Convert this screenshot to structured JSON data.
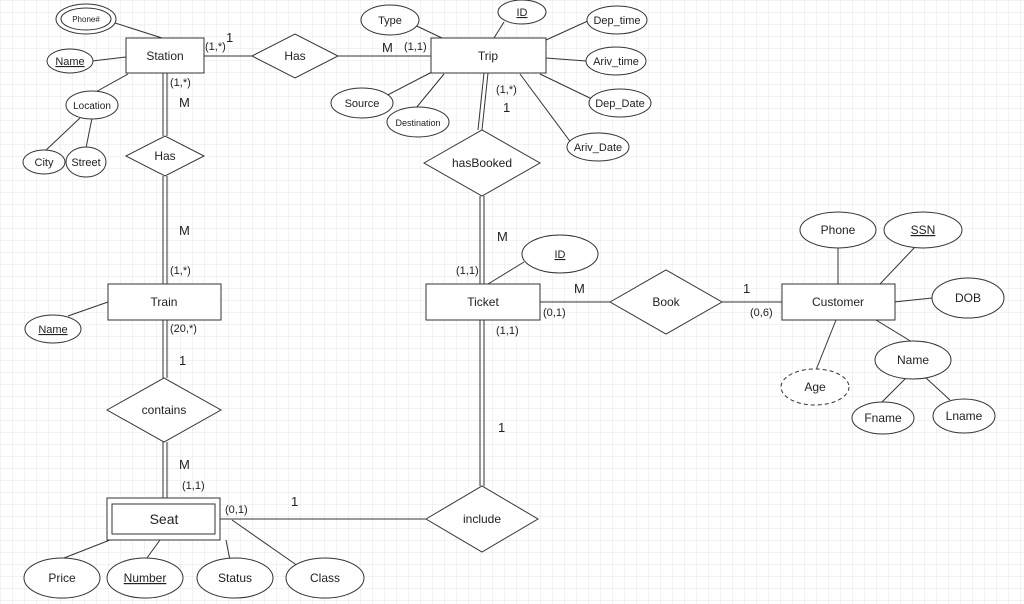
{
  "entities": {
    "station": "Station",
    "trip": "Trip",
    "train": "Train",
    "ticket": "Ticket",
    "customer": "Customer",
    "seat": "Seat"
  },
  "relationships": {
    "station_trip": "Has",
    "station_train": "Has",
    "trip_ticket": "hasBooked",
    "ticket_customer": "Book",
    "train_seat": "contains",
    "seat_ticket": "include"
  },
  "attributes": {
    "station_phone": "Phone#",
    "station_name": "Name",
    "station_location": "Location",
    "location_city": "City",
    "location_street": "Street",
    "trip_type": "Type",
    "trip_id": "ID",
    "trip_dep_time": "Dep_time",
    "trip_ariv_time": "Ariv_time",
    "trip_dep_date": "Dep_Date",
    "trip_ariv_date": "Ariv_Date",
    "trip_source": "Source",
    "trip_destination": "Destination",
    "train_name": "Name",
    "ticket_id": "ID",
    "customer_phone": "Phone",
    "customer_ssn": "SSN",
    "customer_dob": "DOB",
    "customer_age": "Age",
    "customer_name": "Name",
    "name_fname": "Fname",
    "name_lname": "Lname",
    "seat_price": "Price",
    "seat_number": "Number",
    "seat_status": "Status",
    "seat_class": "Class"
  },
  "labels": {
    "st_has_card": "(1,*)",
    "st_has_num": "1",
    "has_trip_num": "M",
    "has_trip_card": "(1,1)",
    "st_has2_card": "(1,*)",
    "st_has2_num": "M",
    "has2_train_num": "M",
    "has2_train_card": "(1,*)",
    "trip_hb_card": "(1,*)",
    "trip_hb_num": "1",
    "hb_ticket_num": "M",
    "hb_ticket_card": "(1,1)",
    "ticket_book_card": "(0,1)",
    "ticket_book_num": "M",
    "book_cust_num": "1",
    "book_cust_card": "(0,6)",
    "train_contains_card": "(20,*)",
    "train_contains_num": "1",
    "contains_seat_num": "M",
    "contains_seat_card": "(1,1)",
    "seat_include_card": "(0,1)",
    "seat_include_num": "1",
    "ticket_include_card": "(1,1)",
    "ticket_include_num": "1"
  }
}
